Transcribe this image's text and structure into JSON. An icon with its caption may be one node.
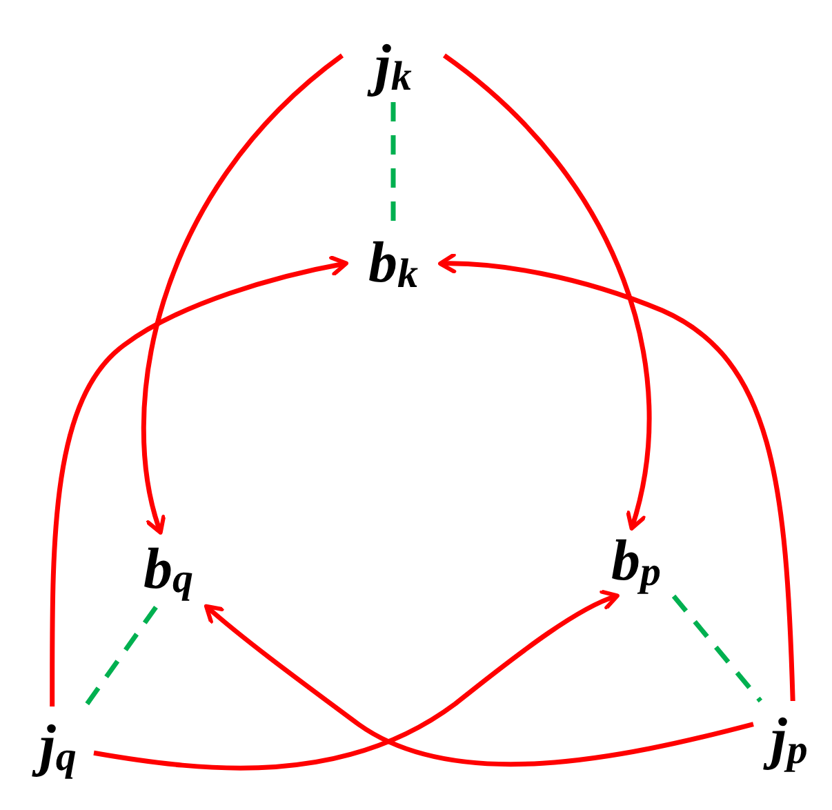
{
  "diagram": {
    "nodes": [
      {
        "text": [
          "j$_{k}$"
        ]
      },
      {
        "text": [
          "b$_{k}$"
        ]
      },
      {
        "text": [
          "b$_{q}$"
        ]
      },
      {
        "text": [
          "b$_{p}$"
        ]
      },
      {
        "text": [
          "j$_{q}$"
        ]
      },
      {
        "text": [
          "j$_{p}$"
        ]
      }
    ],
    "edges": [
      {
        "from": 0,
        "to": 2,
        "arrow": "to"
      },
      {
        "from": 0,
        "to": 3,
        "arrow": "to"
      },
      {
        "from": 0,
        "to": 1,
        "arrow": "none",
        "style": "dashed",
        "color": "#00b050"
      },
      {
        "from": 4,
        "to": 1,
        "arrow": "to"
      },
      {
        "from": 5,
        "to": 1,
        "arrow": "to"
      },
      {
        "from": 4,
        "to": 3,
        "arrow": "to"
      },
      {
        "from": 5,
        "to": 2,
        "arrow": "to"
      },
      {
        "from": 2,
        "to": 4,
        "arrow": "none",
        "style": "dashed",
        "color": "#00b050"
      },
      {
        "from": 3,
        "to": 5,
        "arrow": "none",
        "style": "dashed",
        "color": "#00b050"
      }
    ]
  }
}
